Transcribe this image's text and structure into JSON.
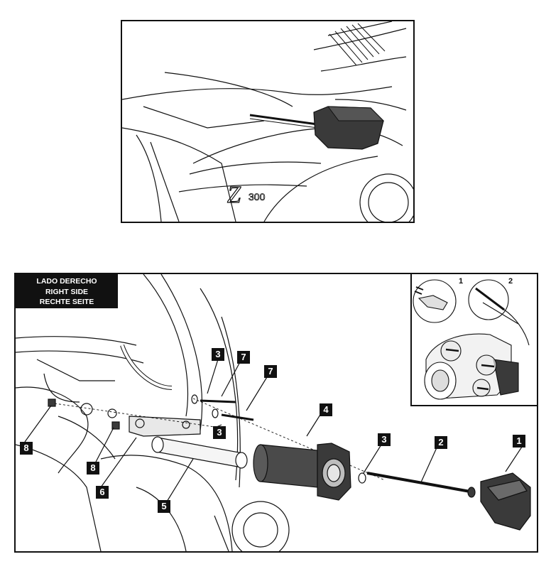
{
  "side_label": {
    "line1": "LADO DERECHO",
    "line2": "RIGHT SIDE",
    "line3": "RECHTE SEITE"
  },
  "callouts": {
    "c1": "1",
    "c2": "2",
    "c3a": "3",
    "c3b": "3",
    "c3c": "3",
    "c4": "4",
    "c5": "5",
    "c6": "6",
    "c7a": "7",
    "c7b": "7",
    "c8a": "8",
    "c8b": "8"
  },
  "inset": {
    "step1": "1",
    "step2": "2"
  },
  "logo_text": "Z300",
  "colors": {
    "ink": "#111111",
    "part_fill": "#3a3a3a",
    "part_light": "#cfcfcf",
    "background": "#ffffff"
  }
}
